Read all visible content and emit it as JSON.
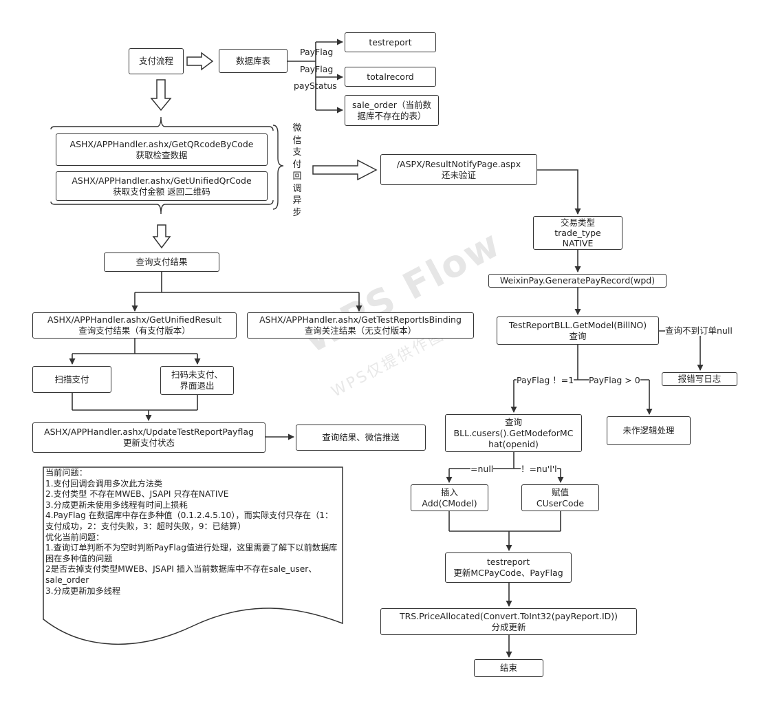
{
  "nodes": {
    "pay_flow": "支付流程",
    "db_tables": "数据库表",
    "testreport_table": "testreport",
    "totalrecord_table": "totalrecord",
    "sale_order_1": "sale_order（当前数",
    "sale_order_2": "据库不存在的表）",
    "getqr_1": "ASHX/APPHandler.ashx/GetQRcodeByCode",
    "getqr_2": "获取检查数据",
    "getunified_1": "ASHX/APPHandler.ashx/GetUnifiedQrCode",
    "getunified_2": "获取支付金额 返回二维码",
    "notify_1": "/ASPX/ResultNotifyPage.aspx",
    "notify_2": "还未验证",
    "trade_1": "交易类型",
    "trade_2": "trade_type",
    "trade_3": "NATIVE",
    "query_result": "查询支付结果",
    "gen_record": "WeixinPay.GeneratePayRecord(wpd)",
    "getmodel_1": "TestReportBLL.GetModel(BillNO)",
    "getmodel_2": "查询",
    "unified_result_1": "ASHX/APPHandler.ashx/GetUnifiedResult",
    "unified_result_2": "查询支付结果（有支付版本）",
    "binding_1": "ASHX/APPHandler.ashx/GetTestReportIsBinding",
    "binding_2": "查询关注结果（无支付版本）",
    "error_log": "报错写日志",
    "scan_pay": "扫描支付",
    "scan_exit_1": "扫码未支付、",
    "scan_exit_2": "界面退出",
    "no_logic": "未作逻辑处理",
    "bll_1": "查询",
    "bll_2": "BLL.cusers().GetModeforMC",
    "bll_3": "hat(openid)",
    "update_payflag_1": "ASHX/APPHandler.ashx/UpdateTestReportPayflag",
    "update_payflag_2": "更新支付状态",
    "wechat_push": "查询结果、微信推送",
    "insert_1": "插入",
    "insert_2": "Add(CModel)",
    "assign_1": "赋值",
    "assign_2": "CUserCode",
    "tr_update_1": "testreport",
    "tr_update_2": "更新MCPayCode、PayFlag",
    "allocate_1": "TRS.PriceAllocated(Convert.ToInt32(payReport.ID))",
    "allocate_2": "分成更新",
    "end": "结束"
  },
  "edge_labels": {
    "payflag_1": "PayFlag",
    "payflag_2": "PayFlag",
    "paystatus": "payStatus",
    "not_found": "查询不到订单null",
    "payflag_ne1": "PayFlag ！=1",
    "payflag_gt0": "PayFlag > 0",
    "eq_null": "=null",
    "ne_null": "！=nu'l'l"
  },
  "async_label": [
    "微",
    "信",
    "支",
    "付",
    "回",
    "调",
    "异",
    "步"
  ],
  "note": {
    "lines": [
      "当前问题：",
      "1.支付回调会调用多次此方法类",
      "2.支付类型 不存在MWEB、JSAPI 只存在NATIVE",
      "3.分成更新未使用多线程有时间上损耗",
      "4.PayFlag 在数据库中存在多种值（0.1.2.4.5.10），而实际支付只存在（1：支付成功，2：支付失败，3：超时失败，9：已结算）",
      "优化当前问题：",
      "1.查询订单判断不为空时判断PayFlag值进行处理，这里需要了解下以前数据库困在多种值的问题",
      "2是否去掉支付类型MWEB、JSAPI 插入当前数据库中不存在sale_user、sale_order",
      "3.分成更新加多线程"
    ]
  },
  "watermark": {
    "brand": "WPS Flow",
    "sub": "WPS仅提供作图能力"
  },
  "colors": {
    "stroke": "#333333",
    "fill": "#ffffff",
    "watermark": "#e6e6e6"
  }
}
